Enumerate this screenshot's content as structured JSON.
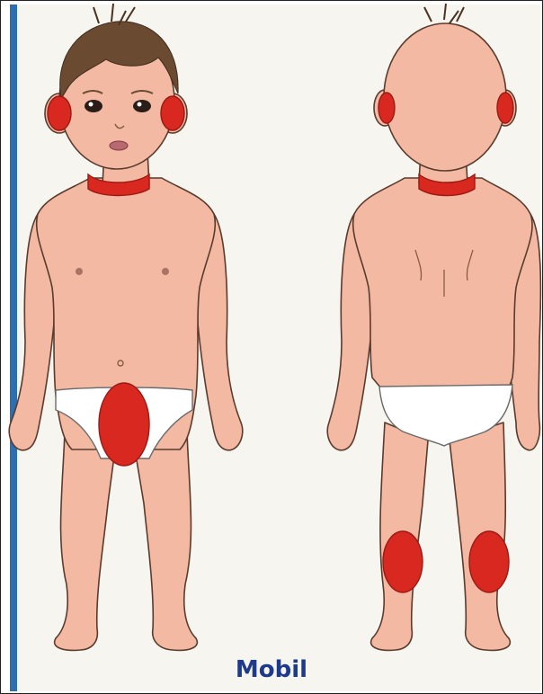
{
  "caption": "Mobil",
  "colors": {
    "skin": "#f3b9a2",
    "skin_outline": "#5a3b2e",
    "hair": "#6b4a32",
    "rash": "#d8281f",
    "rash_outline": "#9a1a14",
    "diaper": "#ffffff",
    "panel_background": "#f6f5ef",
    "panel_edge": "#2c6fb0",
    "caption": "#1e3a8a"
  },
  "figures": [
    {
      "view": "front",
      "affected_areas": [
        "left-ear",
        "right-ear",
        "neck",
        "diaper-area"
      ]
    },
    {
      "view": "back",
      "affected_areas": [
        "left-ear",
        "right-ear",
        "neck",
        "left-knee-back",
        "right-knee-back"
      ]
    }
  ]
}
